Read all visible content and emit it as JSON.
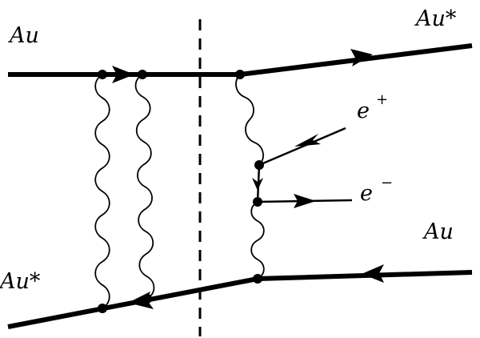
{
  "labels": {
    "au_top_left": "Au",
    "au_star_top_right": "Au*",
    "au_star_bottom_left": "Au*",
    "au_bottom_right": "Au",
    "e_plus_letter": "e",
    "e_plus_sign": "+",
    "e_minus_letter": "e",
    "e_minus_sign": "−"
  }
}
